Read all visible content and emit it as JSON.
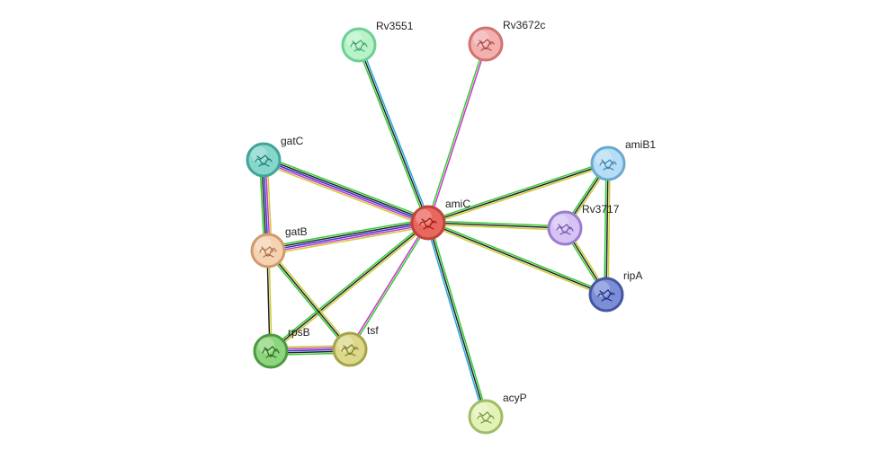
{
  "network": {
    "nodes": [
      {
        "id": "amiC",
        "label": "amiC",
        "color": "#e8675e",
        "ring": "#c0433b",
        "icon": "protein-structure-icon"
      },
      {
        "id": "Rv3551",
        "label": "Rv3551",
        "color": "#b9f2c8",
        "ring": "#6ccf93",
        "icon": "protein-structure-icon"
      },
      {
        "id": "Rv3672c",
        "label": "Rv3672c",
        "color": "#f2b0ae",
        "ring": "#cf7470",
        "icon": "protein-structure-icon"
      },
      {
        "id": "gatC",
        "label": "gatC",
        "color": "#86d6cc",
        "ring": "#3fa597",
        "icon": "protein-structure-icon"
      },
      {
        "id": "amiB1",
        "label": "amiB1",
        "color": "#b5def6",
        "ring": "#6aa9cf",
        "icon": "protein-structure-icon"
      },
      {
        "id": "Rv3717",
        "label": "Rv3717",
        "color": "#d6c2f3",
        "ring": "#9b7dd0",
        "icon": "protein-structure-icon"
      },
      {
        "id": "gatB",
        "label": "gatB",
        "color": "#f5d2b2",
        "ring": "#cf9a6e",
        "icon": "protein-structure-icon"
      },
      {
        "id": "ripA",
        "label": "ripA",
        "color": "#7c8fd6",
        "ring": "#4456a3",
        "icon": "protein-structure-icon"
      },
      {
        "id": "rpsB",
        "label": "rpsB",
        "color": "#8fd47f",
        "ring": "#4c9a40",
        "icon": "protein-structure-icon"
      },
      {
        "id": "tsf",
        "label": "tsf",
        "color": "#dcd98a",
        "ring": "#a7a34c",
        "icon": "protein-structure-icon"
      },
      {
        "id": "acyP",
        "label": "acyP",
        "color": "#e3f3b8",
        "ring": "#9fbd66",
        "icon": "protein-structure-icon"
      }
    ],
    "edges": [
      {
        "a": "amiC",
        "b": "Rv3551",
        "colors": [
          "#33cc33",
          "#222222",
          "#22aadd"
        ]
      },
      {
        "a": "amiC",
        "b": "Rv3672c",
        "colors": [
          "#33cc33",
          "#cc33cc"
        ]
      },
      {
        "a": "amiC",
        "b": "gatC",
        "colors": [
          "#cccc33",
          "#cc33cc",
          "#3333cc",
          "#222222",
          "#33cc33"
        ]
      },
      {
        "a": "amiC",
        "b": "gatB",
        "colors": [
          "#cccc33",
          "#cc33cc",
          "#3333cc",
          "#222222",
          "#33cc33"
        ]
      },
      {
        "a": "amiC",
        "b": "amiB1",
        "colors": [
          "#33cc33",
          "#222222",
          "#cccc33"
        ]
      },
      {
        "a": "amiC",
        "b": "Rv3717",
        "colors": [
          "#33cc33",
          "#222222",
          "#cccc33"
        ]
      },
      {
        "a": "amiC",
        "b": "ripA",
        "colors": [
          "#33cc33",
          "#222222",
          "#cccc33"
        ]
      },
      {
        "a": "amiC",
        "b": "rpsB",
        "colors": [
          "#cccc33",
          "#222222",
          "#33cc33"
        ]
      },
      {
        "a": "amiC",
        "b": "tsf",
        "colors": [
          "#33cc33",
          "#cc33cc"
        ]
      },
      {
        "a": "amiC",
        "b": "acyP",
        "colors": [
          "#33cc33",
          "#222222",
          "#22aadd"
        ]
      },
      {
        "a": "gatC",
        "b": "gatB",
        "colors": [
          "#cccc33",
          "#cc33cc",
          "#3333cc",
          "#222222",
          "#33cc33"
        ]
      },
      {
        "a": "gatB",
        "b": "rpsB",
        "colors": [
          "#cccc33",
          "#222222"
        ]
      },
      {
        "a": "gatB",
        "b": "tsf",
        "colors": [
          "#cccc33",
          "#222222",
          "#33cc33"
        ]
      },
      {
        "a": "rpsB",
        "b": "tsf",
        "colors": [
          "#cccc33",
          "#cc33cc",
          "#3333cc",
          "#222222",
          "#33cc33"
        ]
      },
      {
        "a": "amiB1",
        "b": "Rv3717",
        "colors": [
          "#cccc33",
          "#222222",
          "#33cc33"
        ]
      },
      {
        "a": "amiB1",
        "b": "ripA",
        "colors": [
          "#cccc33",
          "#222222",
          "#33cc33"
        ]
      },
      {
        "a": "Rv3717",
        "b": "ripA",
        "colors": [
          "#cccc33",
          "#222222",
          "#33cc33"
        ]
      }
    ]
  }
}
